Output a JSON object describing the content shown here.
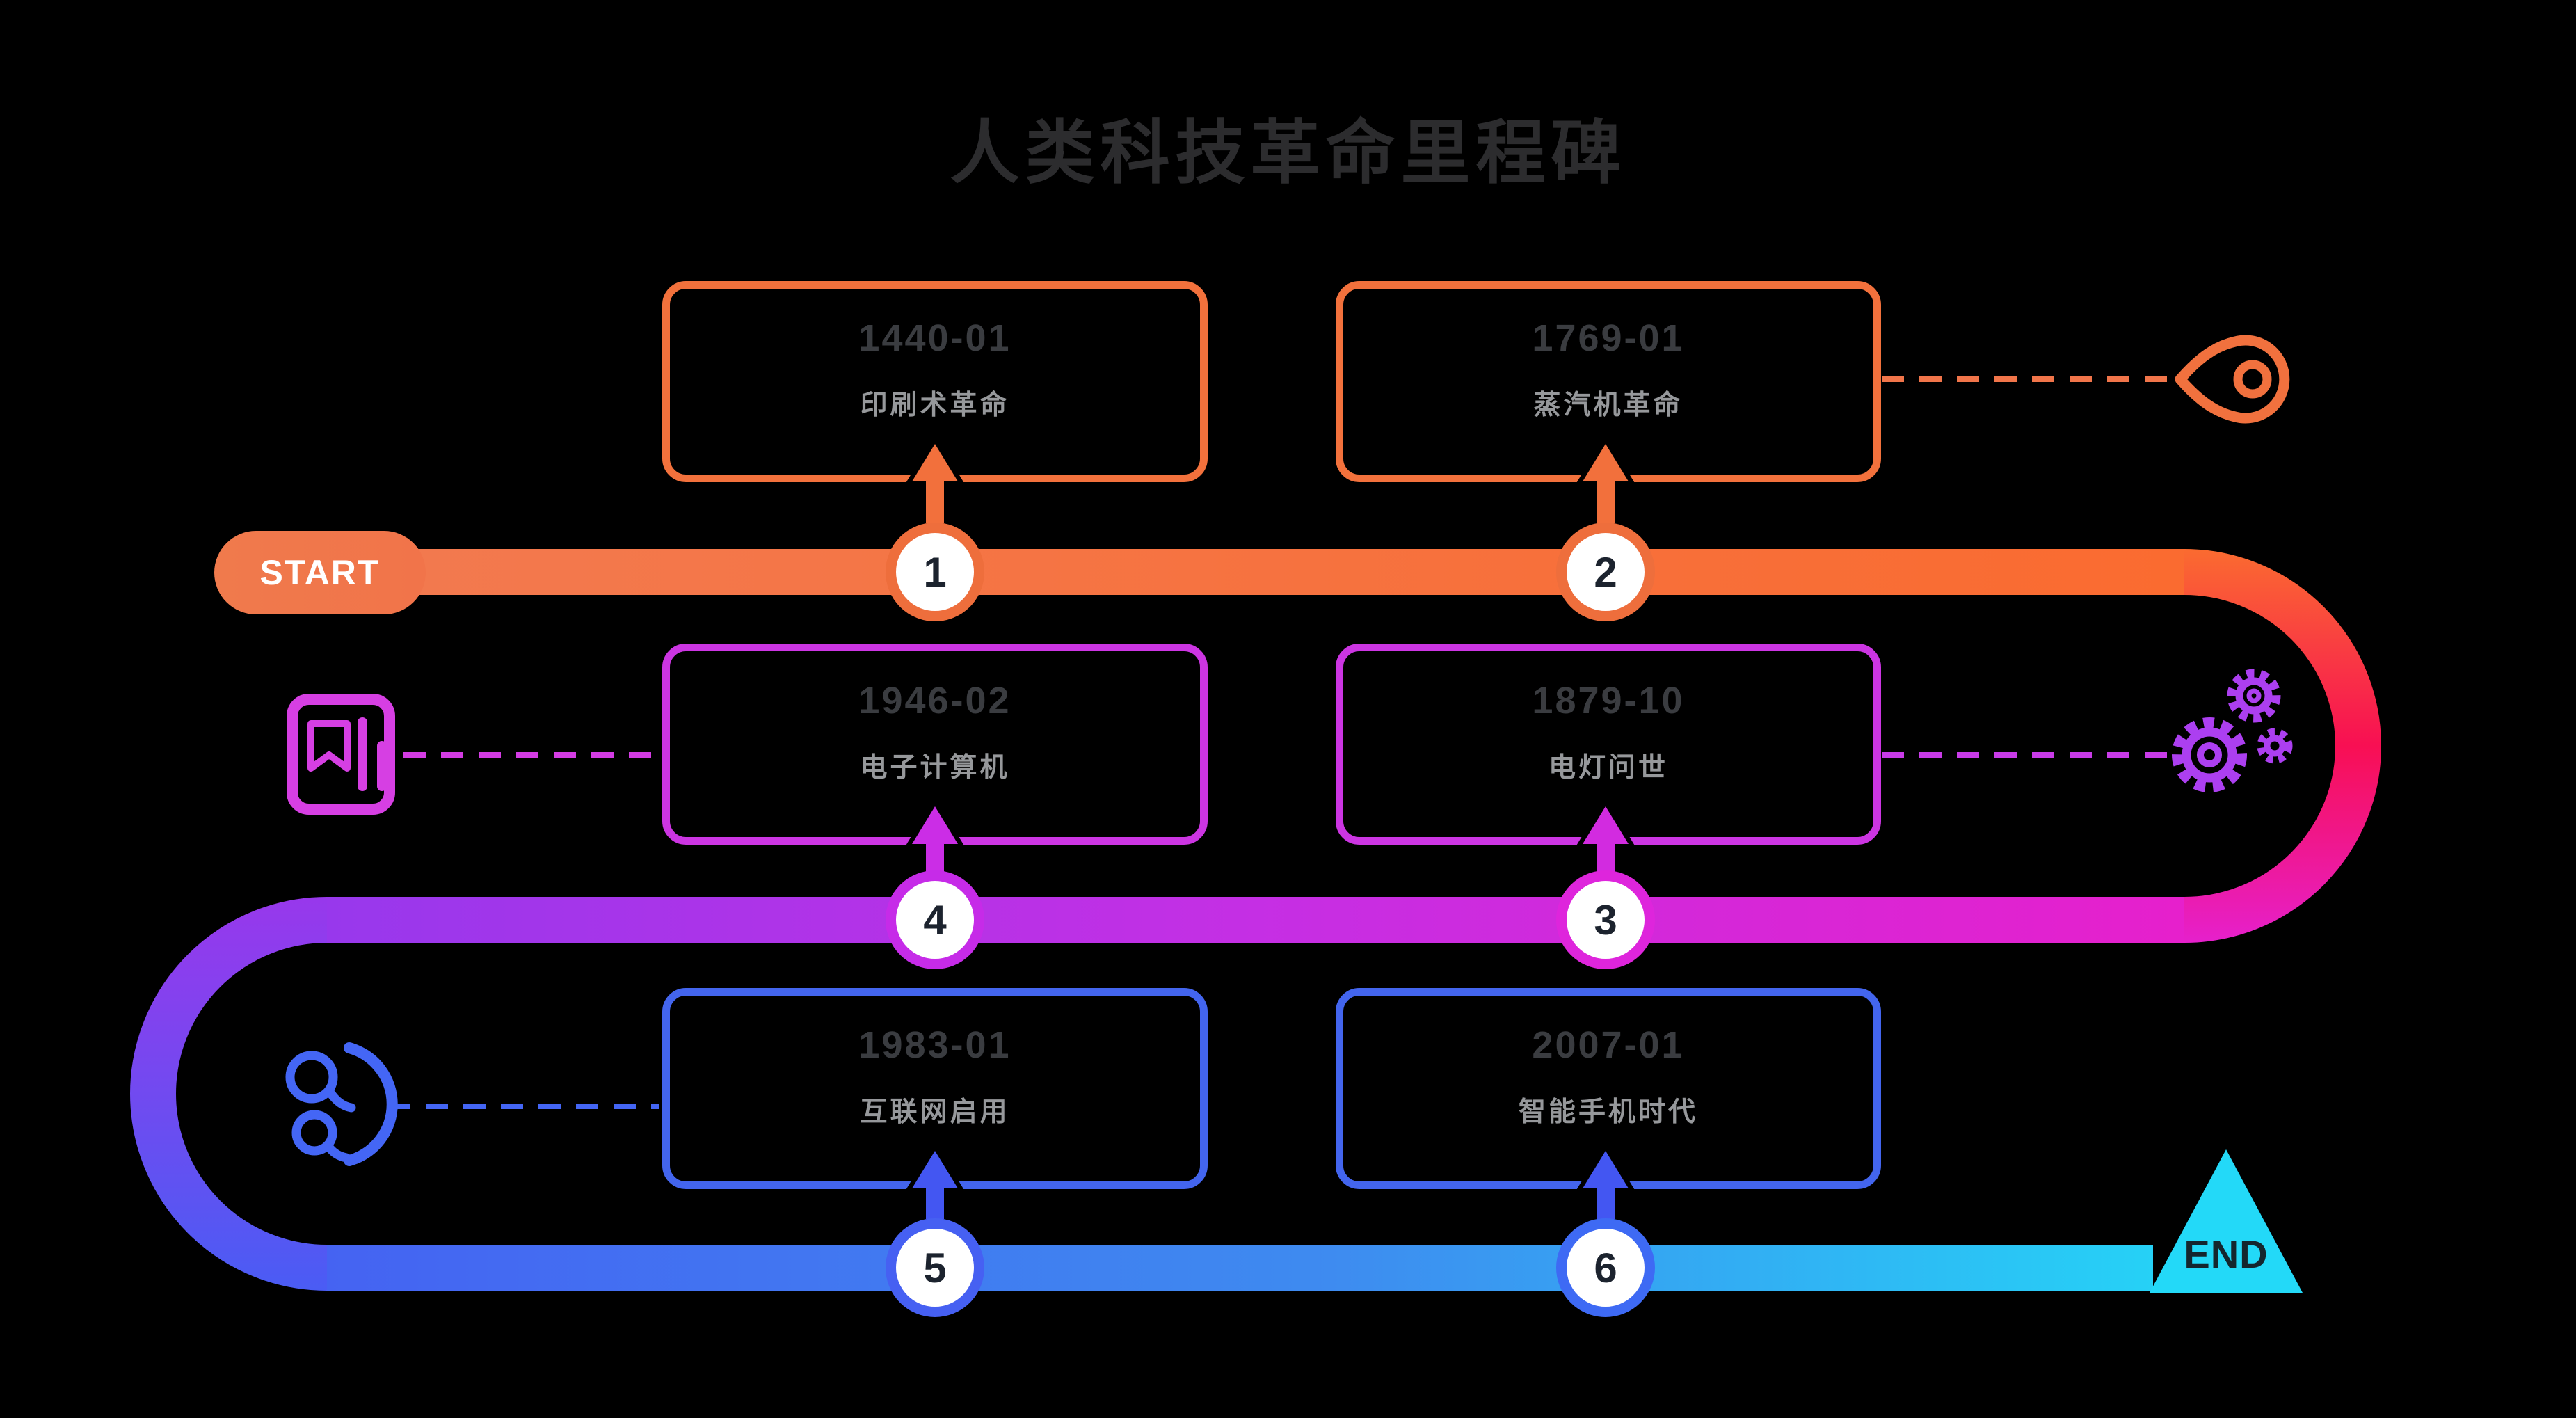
{
  "title": "人类科技革命里程碑",
  "start_label": "START",
  "end_label": "END",
  "milestones": [
    {
      "index": "1",
      "date": "1440-01",
      "label": "印刷术革命"
    },
    {
      "index": "2",
      "date": "1769-01",
      "label": "蒸汽机革命"
    },
    {
      "index": "3",
      "date": "1879-10",
      "label": "电灯问世"
    },
    {
      "index": "4",
      "date": "1946-02",
      "label": "电子计算机"
    },
    {
      "index": "5",
      "date": "1983-01",
      "label": "互联网启用"
    },
    {
      "index": "6",
      "date": "2007-01",
      "label": "智能手机时代"
    }
  ],
  "icons": [
    "map-pin-icon",
    "certificate-icon",
    "gears-icon",
    "people-icon"
  ],
  "colors": {
    "background": "#000000",
    "orange": "#F1744A",
    "pink": "#F80F53",
    "magenta": "#CC35E2",
    "purple": "#9838EC",
    "blue": "#4365EE",
    "cyan": "#23D9F8",
    "card_date_text": "#3a3c40",
    "card_label_text": "#96989b",
    "title_text": "#2c2c2e",
    "node_number_text": "#1c232e"
  }
}
